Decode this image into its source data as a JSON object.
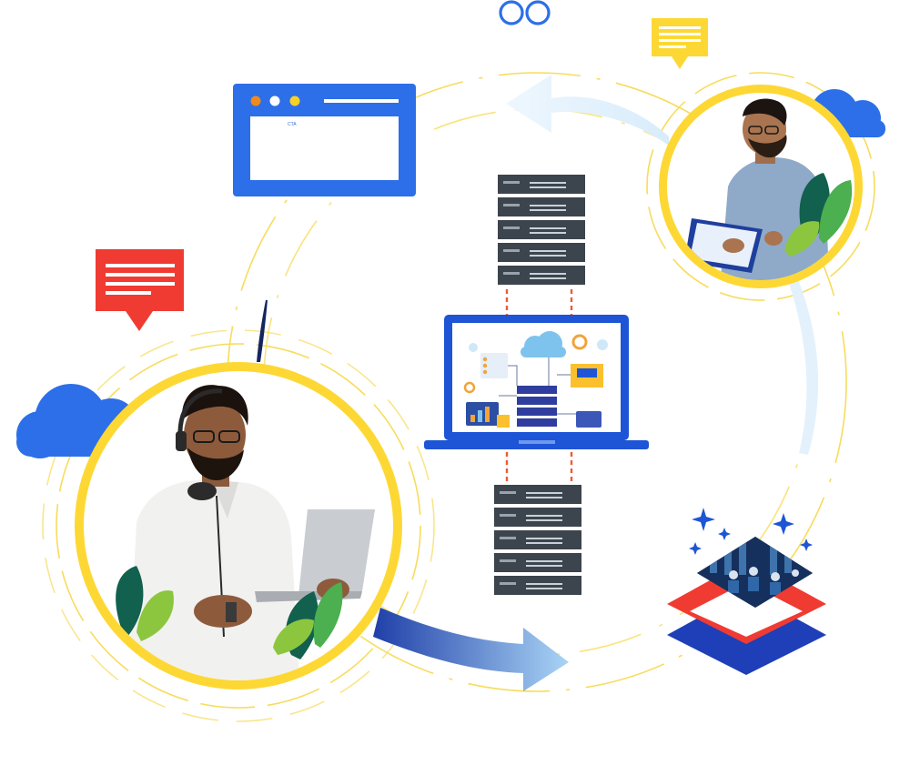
{
  "browser_window": {
    "tiny_label": "CTA",
    "dot_colors": [
      "#f08a1a",
      "#ffffff",
      "#f6d12a"
    ]
  },
  "colors": {
    "blue_primary": "#2c6fe8",
    "yellow_ring": "#fdd835",
    "red_chat": "#ef3b32",
    "yellow_chat": "#fdd835",
    "server_dark": "#3c444d",
    "navy_layer": "#1e3fb8"
  },
  "people": [
    {
      "role": "support agent with headset and laptop"
    },
    {
      "role": "professional with tablet"
    }
  ],
  "icons": [
    "infinity-icon",
    "chat-bubble-icon",
    "cloud-icon",
    "server-rack-icon",
    "laptop-icon",
    "sparkle-icon",
    "layers-icon",
    "arrow-icon",
    "leaf-icon"
  ]
}
